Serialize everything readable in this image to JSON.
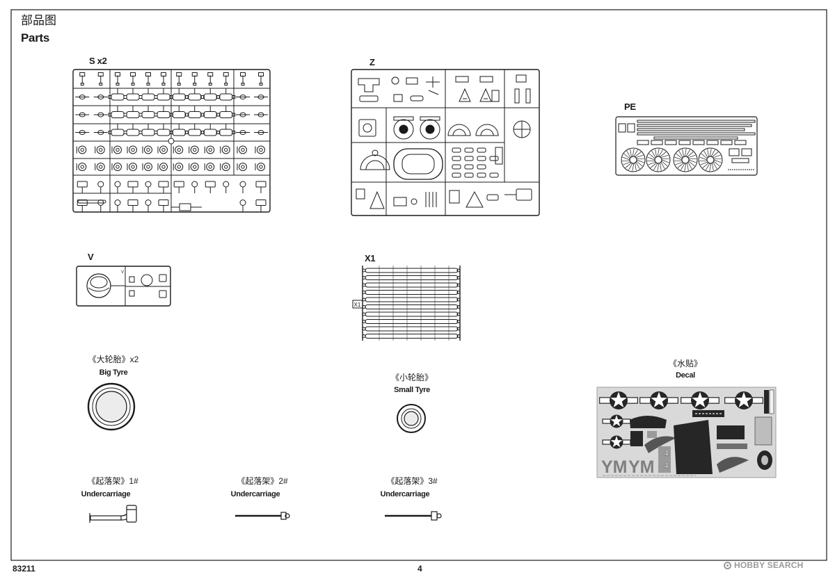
{
  "heading": {
    "zh": "部品图",
    "en": "Parts"
  },
  "sprues": {
    "s": {
      "label": "S x2"
    },
    "z": {
      "label": "Z"
    },
    "pe": {
      "label": "PE"
    },
    "v": {
      "label": "V"
    },
    "x1": {
      "label": "X1",
      "side_label": "X1"
    }
  },
  "tyres": {
    "big": {
      "zh": "《大轮胎》x2",
      "en": "Big Tyre"
    },
    "small": {
      "zh": "《小轮胎》",
      "en": "Small Tyre"
    }
  },
  "decal": {
    "zh": "《水贴》",
    "en": "Decal",
    "markings": {
      "letters_left": "YM",
      "letters_right": "YM",
      "number_top": "4",
      "number_bottom": "4"
    }
  },
  "undercarriage": [
    {
      "zh": "《起落架》1#",
      "en": "Undercarriage"
    },
    {
      "zh": "《起落架》2#",
      "en": "Undercarriage"
    },
    {
      "zh": "《起落架》3#",
      "en": "Undercarriage"
    }
  ],
  "footer": {
    "kit_number": "83211",
    "page_number": "4"
  },
  "watermark": {
    "text": "HOBBY SEARCH",
    "icon": "hobby-search-logo-icon"
  },
  "colors": {
    "ink": "#1a1a1a",
    "decal_bg": "#d9d9d9",
    "decal_dark": "#262626",
    "decal_gray": "#7f7f7f",
    "watermark": "#9a9a9a"
  }
}
